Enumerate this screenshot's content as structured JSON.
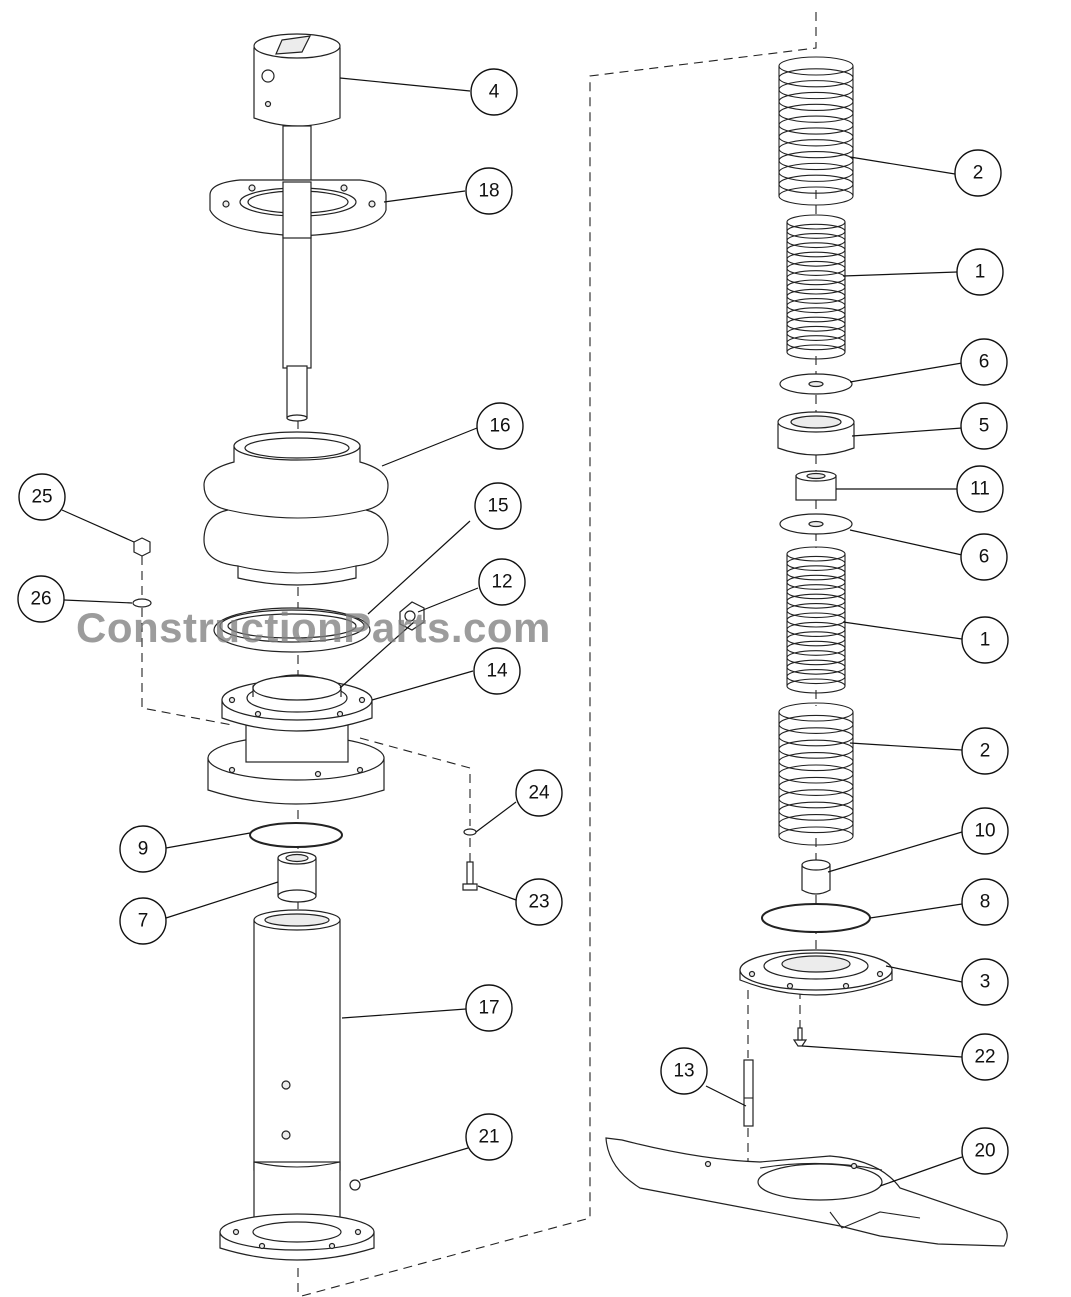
{
  "watermark": "ConstructionParts.com",
  "callouts": [
    {
      "id": "c4",
      "label": "4"
    },
    {
      "id": "c18",
      "label": "18"
    },
    {
      "id": "c16",
      "label": "16"
    },
    {
      "id": "c15",
      "label": "15"
    },
    {
      "id": "c25",
      "label": "25"
    },
    {
      "id": "c26",
      "label": "26"
    },
    {
      "id": "c12",
      "label": "12"
    },
    {
      "id": "c14",
      "label": "14"
    },
    {
      "id": "c24",
      "label": "24"
    },
    {
      "id": "c9",
      "label": "9"
    },
    {
      "id": "c23",
      "label": "23"
    },
    {
      "id": "c7",
      "label": "7"
    },
    {
      "id": "c17",
      "label": "17"
    },
    {
      "id": "c21",
      "label": "21"
    },
    {
      "id": "c2a",
      "label": "2"
    },
    {
      "id": "c1a",
      "label": "1"
    },
    {
      "id": "c6a",
      "label": "6"
    },
    {
      "id": "c5",
      "label": "5"
    },
    {
      "id": "c11",
      "label": "11"
    },
    {
      "id": "c6b",
      "label": "6"
    },
    {
      "id": "c1b",
      "label": "1"
    },
    {
      "id": "c2b",
      "label": "2"
    },
    {
      "id": "c10",
      "label": "10"
    },
    {
      "id": "c8",
      "label": "8"
    },
    {
      "id": "c3",
      "label": "3"
    },
    {
      "id": "c22",
      "label": "22"
    },
    {
      "id": "c13",
      "label": "13"
    },
    {
      "id": "c20",
      "label": "20"
    }
  ]
}
